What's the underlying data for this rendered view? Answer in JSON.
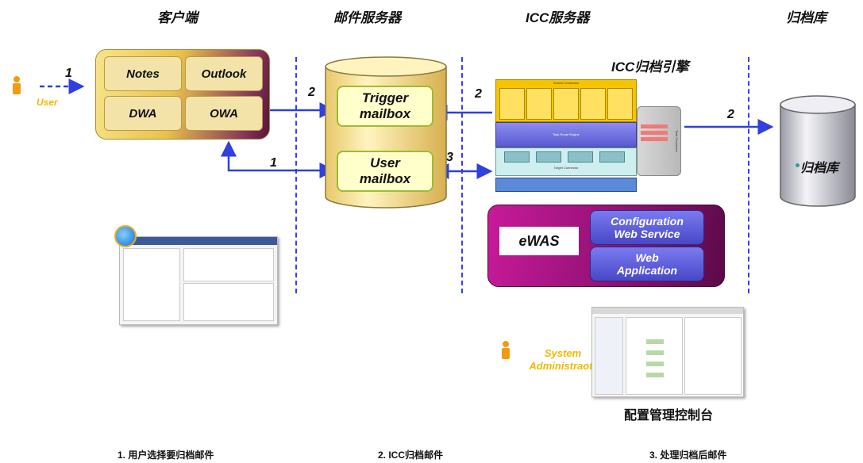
{
  "headers": {
    "client": "客户端",
    "mail_server": "邮件服务器",
    "icc_server": "ICC服务器",
    "archive": "归档库"
  },
  "client": {
    "tiles": [
      "Notes",
      "Outlook",
      "DWA",
      "OWA"
    ]
  },
  "user_label": "User",
  "mail_server": {
    "trigger_mailbox": "Trigger\nmailbox",
    "user_mailbox": "User\nmailbox"
  },
  "icc": {
    "engine_title": "ICC归档引擎",
    "source_connector": "Source Connector",
    "task_route_engine": "Task Route Engine",
    "target_connector": "Target Connector",
    "task_connector": "Task Connector"
  },
  "ewas": {
    "label": "eWAS",
    "config_service": "Configuration\nWeb Service",
    "web_app": "Web\nApplication"
  },
  "archive_label": "归档库",
  "admin_label": "System\nAdministraotr",
  "console_label": "配置管理控制台",
  "arrow_numbers": {
    "user_to_client": "1",
    "client_to_user_mailbox": "1",
    "client_to_trigger": "2",
    "icc_to_trigger": "2",
    "icc_to_user_mailbox": "3",
    "icc_to_archive": "2"
  },
  "captions": [
    "1. 用户选择要归档邮件",
    "2. ICC归档邮件",
    "3. 处理归档后邮件"
  ],
  "colors": {
    "arrow_blue": "#2f3fe0",
    "divider_blue": "#3a3aff",
    "person_orange": "#f29a10",
    "label_yellow": "#f2b800"
  }
}
